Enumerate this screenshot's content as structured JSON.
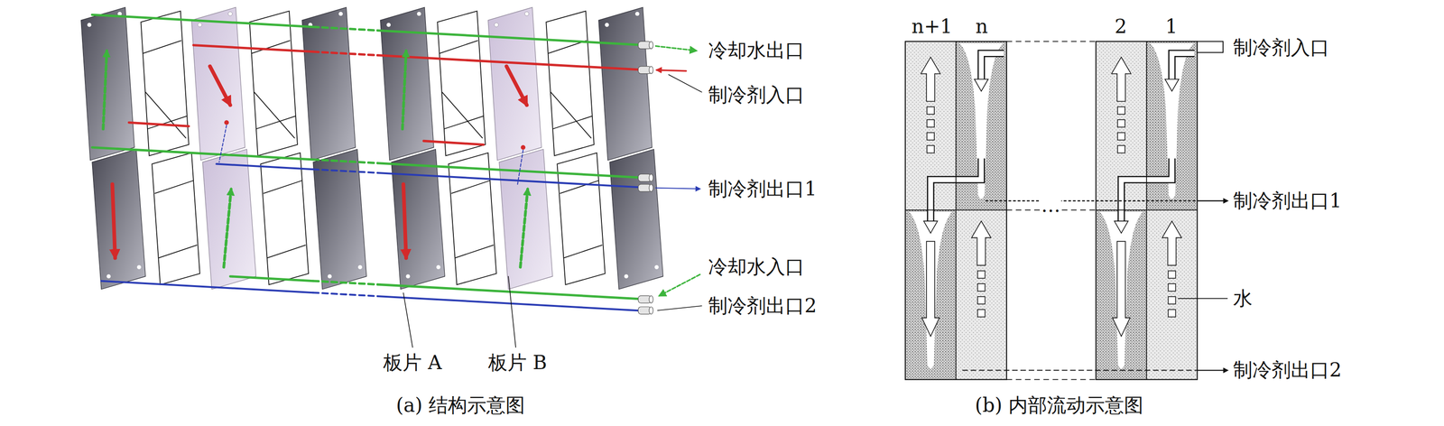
{
  "diagram": {
    "labels": [
      "冷却水出口",
      "制冷剂入口",
      "制冷剂出口1",
      "冷却水入口",
      "制冷剂出口2",
      "板片 A",
      "板片 B",
      "(a) 结构示意图",
      "n+1",
      "n",
      "2",
      "1",
      "制冷剂入口",
      "制冷剂出口1",
      "…",
      "水",
      "制冷剂出口2",
      "(b) 内部流动示意图"
    ]
  }
}
